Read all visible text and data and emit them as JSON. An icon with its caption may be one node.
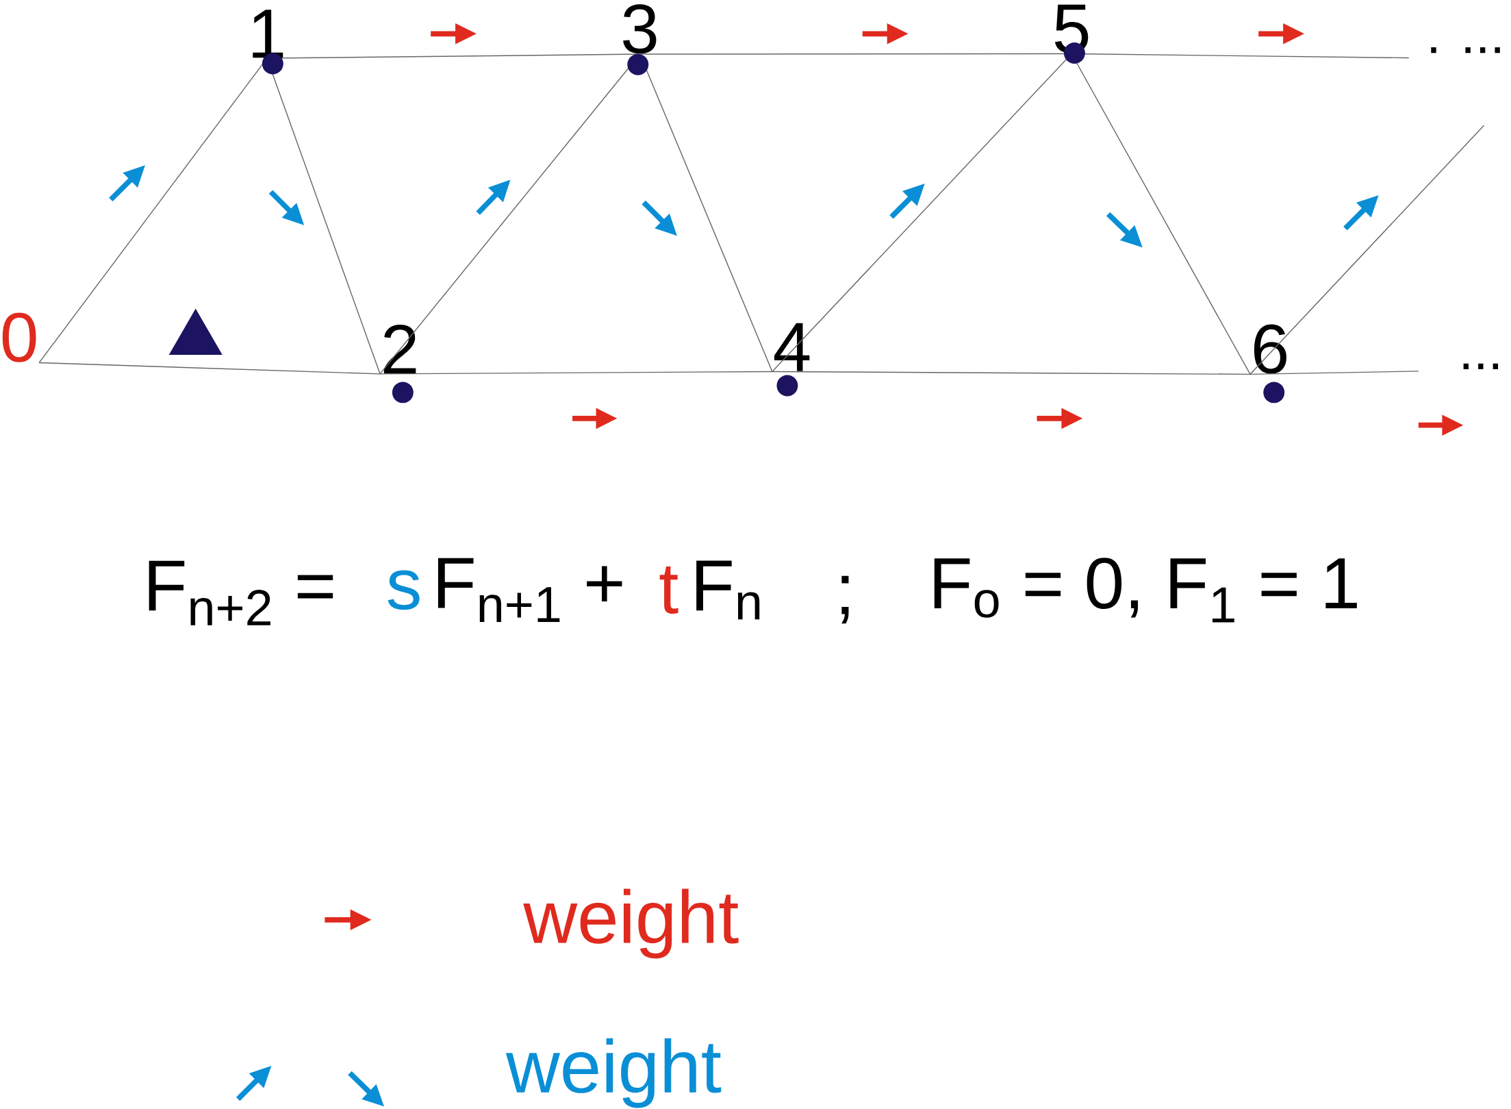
{
  "diagram": {
    "nodes": [
      {
        "text": [
          "0"
        ]
      },
      {
        "text": [
          "1"
        ]
      },
      {
        "text": [
          "2"
        ]
      },
      {
        "text": [
          "3"
        ]
      },
      {
        "text": [
          "4"
        ]
      },
      {
        "text": [
          "5"
        ]
      },
      {
        "text": [
          "6"
        ]
      },
      {
        "text": [],
        "shape": "triangle"
      }
    ],
    "edges": [
      {
        "from": 0,
        "to": 1,
        "arrow": "none"
      },
      {
        "from": 1,
        "to": 2,
        "arrow": "none"
      },
      {
        "from": 2,
        "to": 3,
        "arrow": "none"
      },
      {
        "from": 3,
        "to": 4,
        "arrow": "none"
      },
      {
        "from": 4,
        "to": 5,
        "arrow": "none"
      },
      {
        "from": 5,
        "to": 6,
        "arrow": "none"
      },
      {
        "from": 6,
        "to": null,
        "arrow": "none"
      },
      {
        "from": 0,
        "to": 2,
        "arrow": "none"
      },
      {
        "from": 2,
        "to": 4,
        "arrow": "none"
      },
      {
        "from": 4,
        "to": 6,
        "arrow": "none"
      },
      {
        "from": 6,
        "to": null,
        "arrow": "none"
      },
      {
        "from": 1,
        "to": 3,
        "arrow": "none"
      },
      {
        "from": 3,
        "to": 5,
        "arrow": "none"
      },
      {
        "from": 5,
        "to": null,
        "arrow": "none"
      }
    ],
    "labels": [
      "F$_{n+2}$ =",
      "s",
      "F$_{n+1}$ +",
      "t",
      "F$_{n}$",
      ";",
      "F$_{o}$ = 0, F$_{1}$ =  1",
      ". ...",
      "..."
    ],
    "legend": [
      {
        "text": "weight"
      },
      {
        "text": "weight"
      }
    ]
  }
}
